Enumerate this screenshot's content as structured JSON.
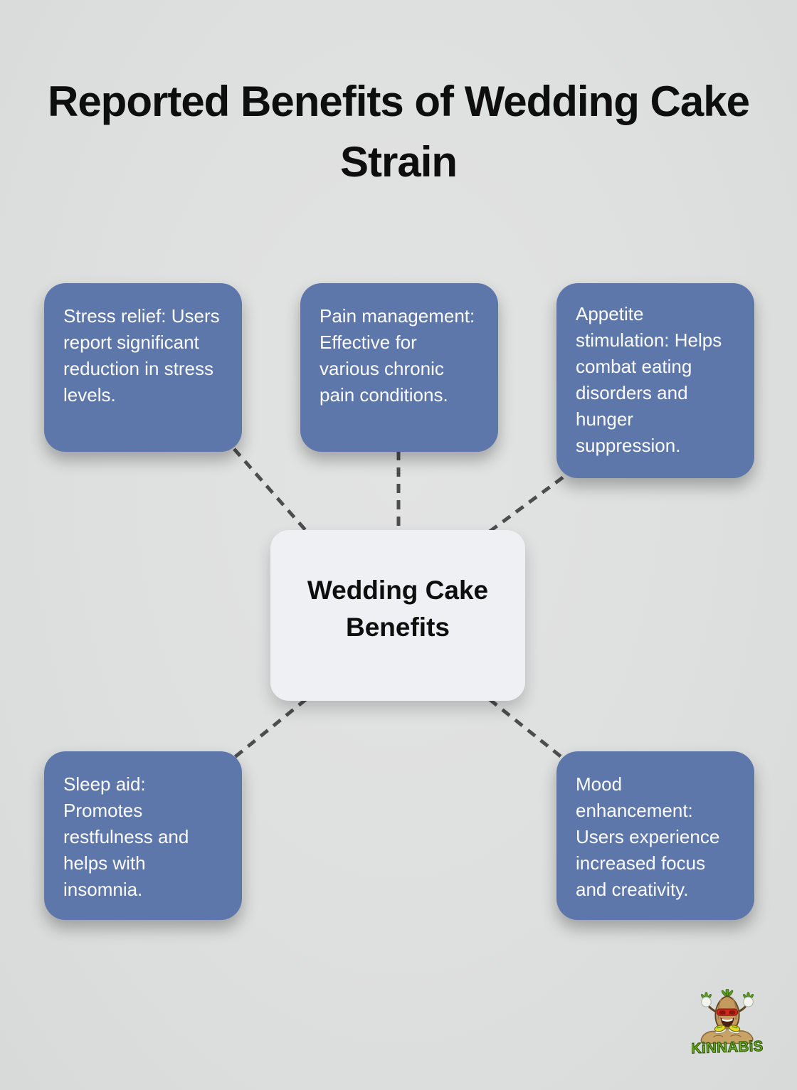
{
  "title": "Reported Benefits of Wedding Cake Strain",
  "center": {
    "label": "Wedding Cake Benefits"
  },
  "nodes": [
    {
      "id": "stress",
      "label": "Stress relief: Users report significant reduction in stress levels."
    },
    {
      "id": "pain",
      "label": "Pain management: Effective for various chronic pain conditions."
    },
    {
      "id": "appetite",
      "label": "Appetite stimulation: Helps combat eating disorders and hunger suppression."
    },
    {
      "id": "sleep",
      "label": "Sleep aid: Promotes restfulness and helps with insomnia."
    },
    {
      "id": "mood",
      "label": "Mood enhancement: Users experience increased focus and creativity."
    }
  ],
  "logo": {
    "brand": "KiNNABiS"
  },
  "colors": {
    "background": "#dedfdf",
    "node_fill": "#5d77ab",
    "node_text": "#fbfbfb",
    "center_fill": "#eef0f3",
    "center_text": "#0e0e0e",
    "title_text": "#0e0e0e",
    "connector": "#4d4d4d",
    "logo_green": "#76b41e",
    "logo_outline": "#2f5c10",
    "mascot_body": "#c49a5e",
    "mascot_glasses": "#d42a1e"
  }
}
